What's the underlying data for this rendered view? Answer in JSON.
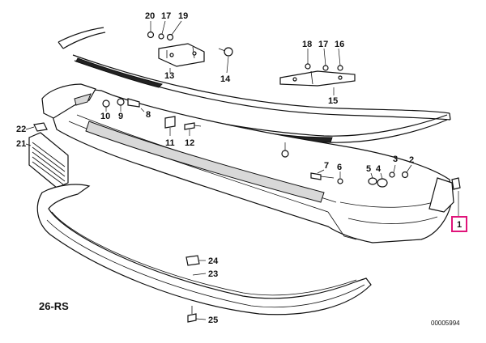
{
  "labels": {
    "p1": "1",
    "p2": "2",
    "p3": "3",
    "p4": "4",
    "p5": "5",
    "p6": "6",
    "p7": "7",
    "p8": "8",
    "p9": "9",
    "p10": "10",
    "p11": "11",
    "p12": "12",
    "p13": "13",
    "p14": "14",
    "p15": "15",
    "p16": "16",
    "p17a": "17",
    "p17b": "17",
    "p18": "18",
    "p19": "19",
    "p20": "20",
    "p21": "21",
    "p22": "22",
    "p23": "23",
    "p24": "24",
    "p25": "25"
  },
  "caption": "26-RS",
  "drawing_number": "00005994",
  "highlight_color": "#e0147a"
}
